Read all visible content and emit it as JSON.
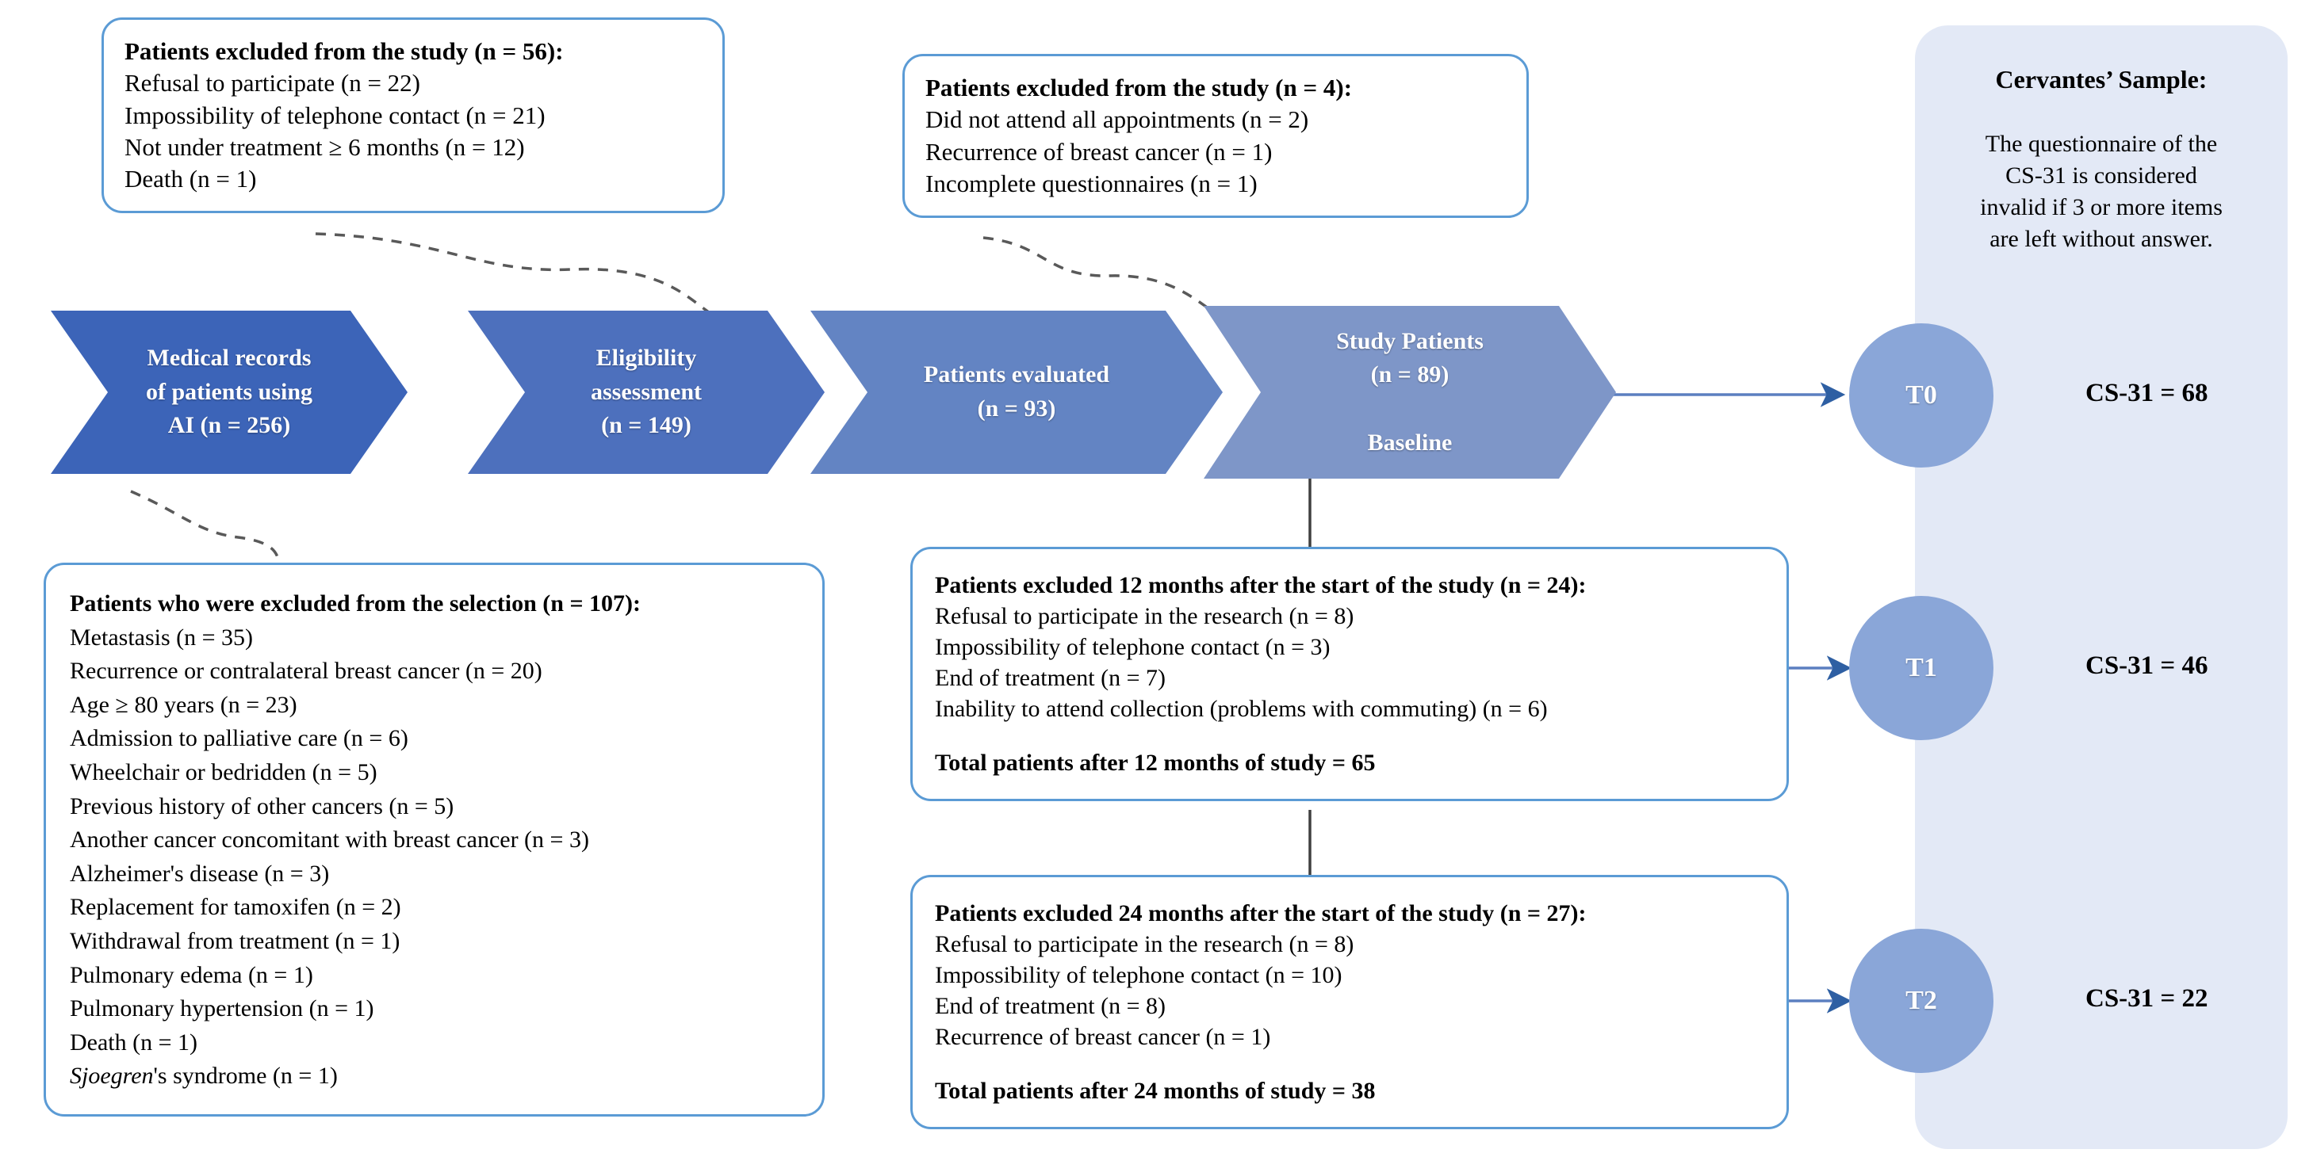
{
  "diagram": {
    "title": "Study flow diagram of patient selection and follow-up",
    "accent_blue": "#5b9bd5",
    "chevron_dark": "#3c64b8",
    "chevron_light": "#7e96c8",
    "panel_bg": "#e3e9f6",
    "circle_fill": "#8aa6d8",
    "arrow_color": "#2e5fa3"
  },
  "excluded_study_56": {
    "header": "Patients excluded from the study (n = 56):",
    "lines": [
      "Refusal to participate (n = 22)",
      "Impossibility of telephone contact (n = 21)",
      "Not under treatment ≥ 6 months (n = 12)",
      "Death (n = 1)"
    ]
  },
  "excluded_study_4": {
    "header": "Patients excluded from the study (n = 4):",
    "lines": [
      "Did not attend all appointments (n = 2)",
      "Recurrence of breast cancer (n = 1)",
      "Incomplete questionnaires (n = 1)"
    ]
  },
  "excluded_selection_107": {
    "header": "Patients who were excluded from the selection (n = 107):",
    "lines": [
      "Metastasis (n = 35)",
      "Recurrence or contralateral breast cancer (n = 20)",
      "Age ≥ 80 years (n = 23)",
      "Admission to palliative care (n = 6)",
      "Wheelchair or bedridden (n = 5)",
      "Previous history of other cancers (n = 5)",
      "Another cancer concomitant with breast cancer (n = 3)",
      "Alzheimer's disease (n = 3)",
      "Replacement for tamoxifen (n = 2)",
      "Withdrawal from treatment (n = 1)",
      "Pulmonary edema (n = 1)",
      "Pulmonary hypertension (n = 1)",
      "Death (n = 1)"
    ],
    "last_line_italic_part": "Sjoegren",
    "last_line_rest": "'s syndrome (n = 1)"
  },
  "excluded_12_months": {
    "header": "Patients excluded 12 months after the start of the study (n = 24):",
    "lines": [
      "Refusal to participate in the research (n = 8)",
      "Impossibility of telephone contact (n = 3)",
      "End of treatment (n = 7)",
      "Inability to attend collection (problems with commuting) (n = 6)"
    ],
    "total": "Total patients after 12 months of study = 65"
  },
  "excluded_24_months": {
    "header": "Patients excluded 24 months after the start of the study (n = 27):",
    "lines": [
      "Refusal to participate in the research (n = 8)",
      "Impossibility of telephone contact (n = 10)",
      "End of treatment (n = 8)",
      "Recurrence of breast cancer (n = 1)"
    ],
    "total": "Total patients after 24 months of study = 38"
  },
  "flow_steps": [
    {
      "lines": [
        "Medical records",
        "of patients using",
        "AI (n = 256)"
      ],
      "fill": "#3c64b8"
    },
    {
      "lines": [
        "Eligibility",
        "assessment",
        "(n = 149)"
      ],
      "fill": "#4d70bd"
    },
    {
      "lines": [
        "Patients evaluated",
        "(n = 93)"
      ],
      "fill": "#6384c3"
    },
    {
      "lines": [
        "Study Patients",
        "(n = 89)",
        "",
        "Baseline"
      ],
      "fill": "#7e96c8"
    }
  ],
  "right_panel": {
    "title": "Cervantes’ Sample:",
    "body_lines": [
      "The questionnaire of the",
      "CS-31 is considered",
      "invalid if 3 or more items",
      "are left without answer."
    ],
    "timepoints": [
      {
        "label": "T0",
        "score": "CS-31 = 68"
      },
      {
        "label": "T1",
        "score": "CS-31 = 46"
      },
      {
        "label": "T2",
        "score": "CS-31 = 22"
      }
    ]
  }
}
